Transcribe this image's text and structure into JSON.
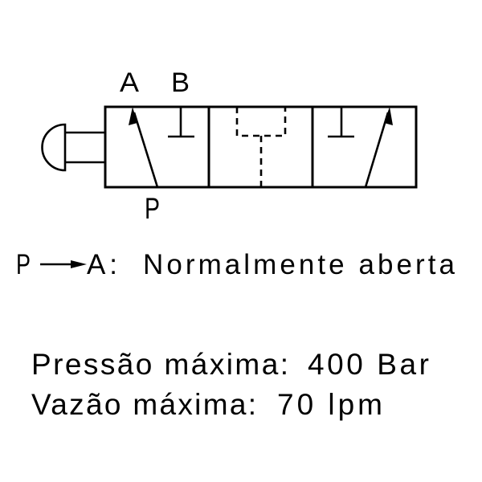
{
  "diagram": {
    "type": "hydraulic-directional-valve-symbol",
    "actuator": "push-button",
    "positions": 3,
    "port_labels": {
      "a": "A",
      "b": "B",
      "p": "P"
    },
    "positions_detail": [
      {
        "index": 1,
        "description": "P to A arrow, B blocked"
      },
      {
        "index": 2,
        "description": "center position, dashed pilot/transition connections"
      },
      {
        "index": 3,
        "description": "B blocked, P to A arrow"
      }
    ]
  },
  "legend": {
    "from": "P",
    "to": "A:",
    "description": "Normalmente aberta"
  },
  "specs": {
    "pressure": {
      "label": "Pressão máxima:",
      "value": "400 Bar"
    },
    "flow": {
      "label": "Vazão máxima:",
      "value": "70 lpm"
    }
  },
  "colors": {
    "line": "#000000",
    "background": "#ffffff"
  }
}
